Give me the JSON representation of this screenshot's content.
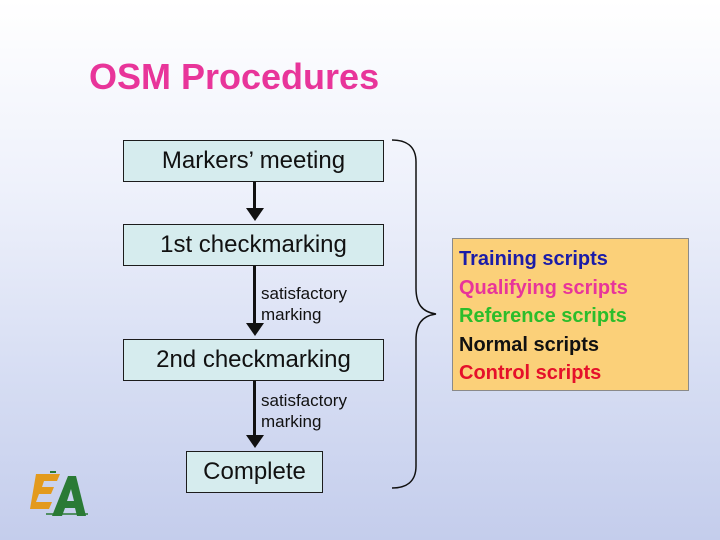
{
  "title": "OSM Procedures",
  "flow": {
    "steps": [
      "Markers’ meeting",
      "1st checkmarking",
      "2nd checkmarking",
      "Complete"
    ],
    "condition1": [
      "satisfactory",
      "marking"
    ],
    "condition2": [
      "satisfactory",
      "marking"
    ]
  },
  "scripts": [
    {
      "label": "Training scripts",
      "color": "#1b1ca8"
    },
    {
      "label": "Qualifying scripts",
      "color": "#e8359a"
    },
    {
      "label": "Reference scripts",
      "color": "#2bbd2b"
    },
    {
      "label": "Normal scripts",
      "color": "#111111"
    },
    {
      "label": "Control scripts",
      "color": "#e5102a"
    }
  ],
  "colors": {
    "title": "#e8359a",
    "box_fill": "#d6ecee",
    "scripts_box_fill": "#fbd079"
  },
  "logo": {
    "icon": "hkeaa-logo"
  }
}
